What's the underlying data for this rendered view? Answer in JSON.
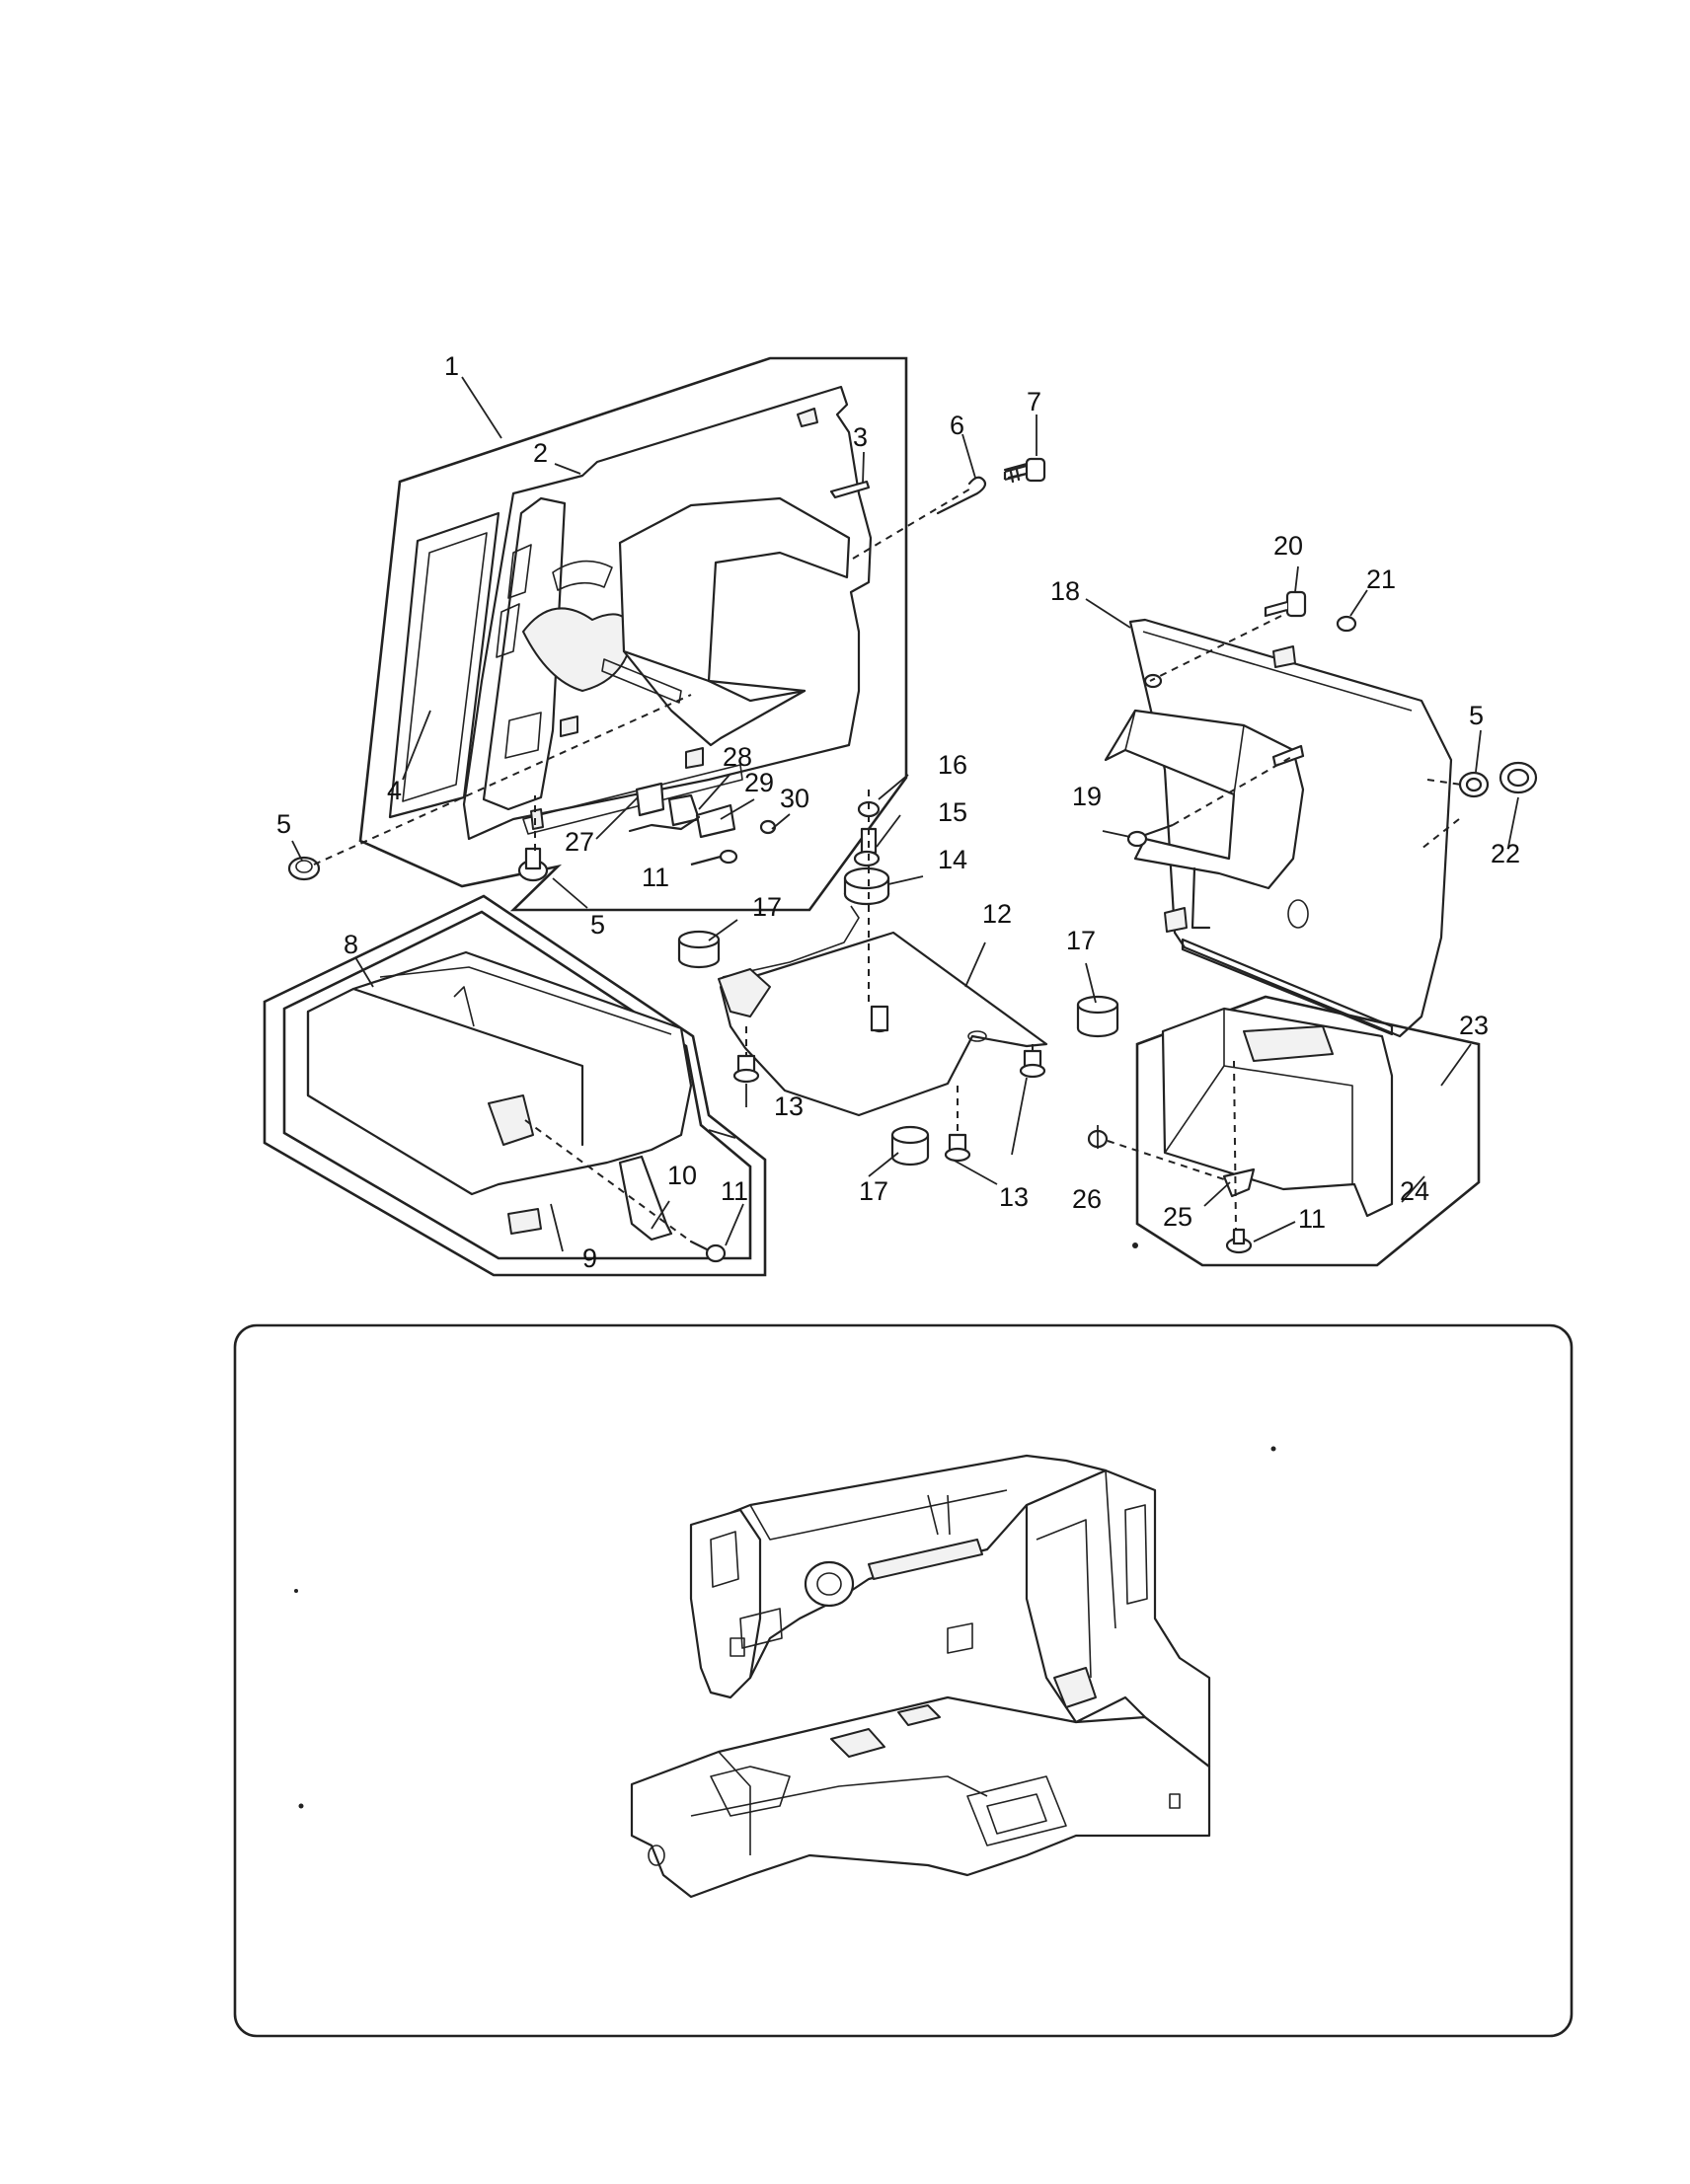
{
  "diagram": {
    "callouts": {
      "c1": "1",
      "c2": "2",
      "c3": "3",
      "c4": "4",
      "c5a": "5",
      "c5b": "5",
      "c5c": "5",
      "c6": "6",
      "c7": "7",
      "c8": "8",
      "c9": "9",
      "c10": "10",
      "c11a": "11",
      "c11b": "11",
      "c11c": "11",
      "c12": "12",
      "c13a": "13",
      "c13b": "13",
      "c14": "14",
      "c15": "15",
      "c16": "16",
      "c17a": "17",
      "c17b": "17",
      "c17c": "17",
      "c18": "18",
      "c19": "19",
      "c20": "20",
      "c21": "21",
      "c22": "22",
      "c23": "23",
      "c24": "24",
      "c25": "25",
      "c26": "26",
      "c27": "27",
      "c28": "28",
      "c29": "29",
      "c30": "30"
    }
  }
}
